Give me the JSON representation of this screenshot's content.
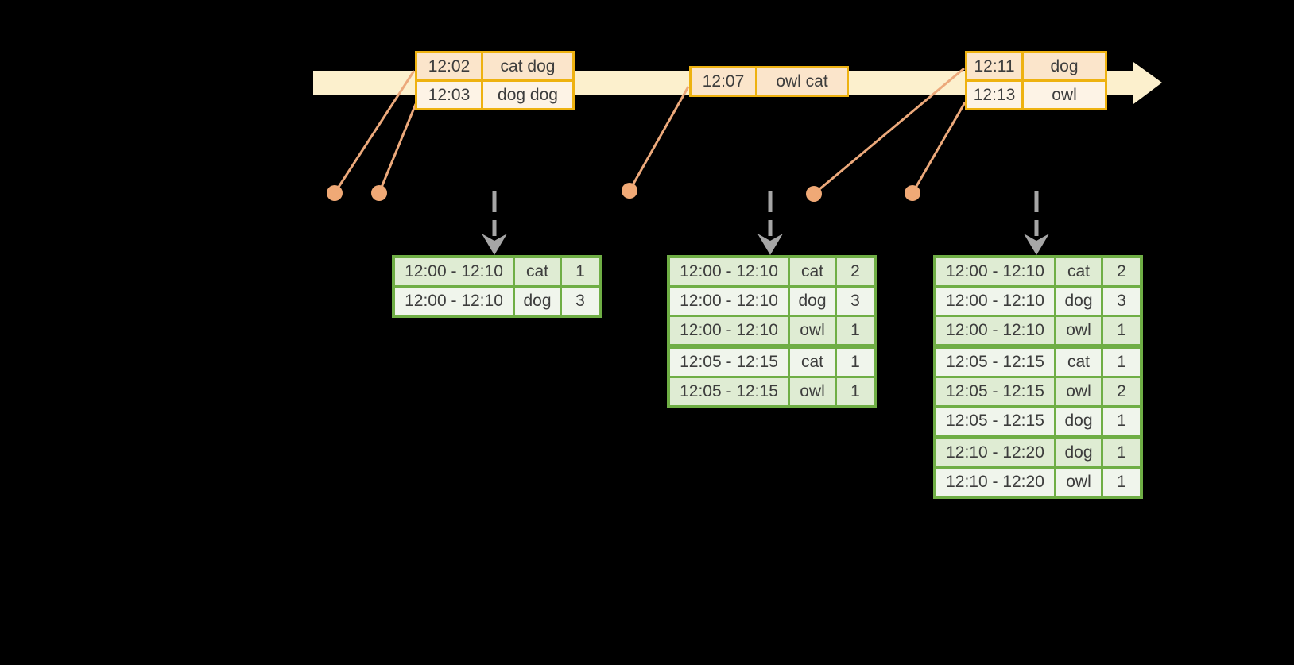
{
  "palette": {
    "background": "#000000",
    "timeline_fill": "#fcf0cd",
    "event_table_border": "#eeb211",
    "event_row_dark": "#fbe5cb",
    "event_row_light": "#fdf3e6",
    "connector_orange": "#eca97b",
    "dot_orange": "#f0a976",
    "result_arrow_gray": "#a6a6a6",
    "result_table_border": "#6fae45",
    "result_row_dark": "#dfecd3",
    "result_row_light": "#f0f5ec",
    "text": "#3d3d3d"
  },
  "event_tables": [
    {
      "rows": [
        {
          "time": "12:02",
          "words": "cat dog"
        },
        {
          "time": "12:03",
          "words": "dog dog"
        }
      ]
    },
    {
      "rows": [
        {
          "time": "12:07",
          "words": "owl cat"
        }
      ]
    },
    {
      "rows": [
        {
          "time": "12:11",
          "words": "dog"
        },
        {
          "time": "12:13",
          "words": "owl"
        }
      ]
    }
  ],
  "result_tables": [
    {
      "group_starts": [],
      "rows": [
        {
          "window": "12:00 - 12:10",
          "word": "cat",
          "count": "1"
        },
        {
          "window": "12:00 - 12:10",
          "word": "dog",
          "count": "3"
        }
      ]
    },
    {
      "group_starts": [
        3
      ],
      "rows": [
        {
          "window": "12:00 - 12:10",
          "word": "cat",
          "count": "2"
        },
        {
          "window": "12:00 - 12:10",
          "word": "dog",
          "count": "3"
        },
        {
          "window": "12:00 - 12:10",
          "word": "owl",
          "count": "1"
        },
        {
          "window": "12:05 - 12:15",
          "word": "cat",
          "count": "1"
        },
        {
          "window": "12:05 - 12:15",
          "word": "owl",
          "count": "1"
        }
      ]
    },
    {
      "group_starts": [
        3,
        6
      ],
      "rows": [
        {
          "window": "12:00 - 12:10",
          "word": "cat",
          "count": "2"
        },
        {
          "window": "12:00 - 12:10",
          "word": "dog",
          "count": "3"
        },
        {
          "window": "12:00 - 12:10",
          "word": "owl",
          "count": "1"
        },
        {
          "window": "12:05 - 12:15",
          "word": "cat",
          "count": "1"
        },
        {
          "window": "12:05 - 12:15",
          "word": "owl",
          "count": "2"
        },
        {
          "window": "12:05 - 12:15",
          "word": "dog",
          "count": "1"
        },
        {
          "window": "12:10 - 12:20",
          "word": "dog",
          "count": "1"
        },
        {
          "window": "12:10 - 12:20",
          "word": "owl",
          "count": "1"
        }
      ]
    }
  ]
}
